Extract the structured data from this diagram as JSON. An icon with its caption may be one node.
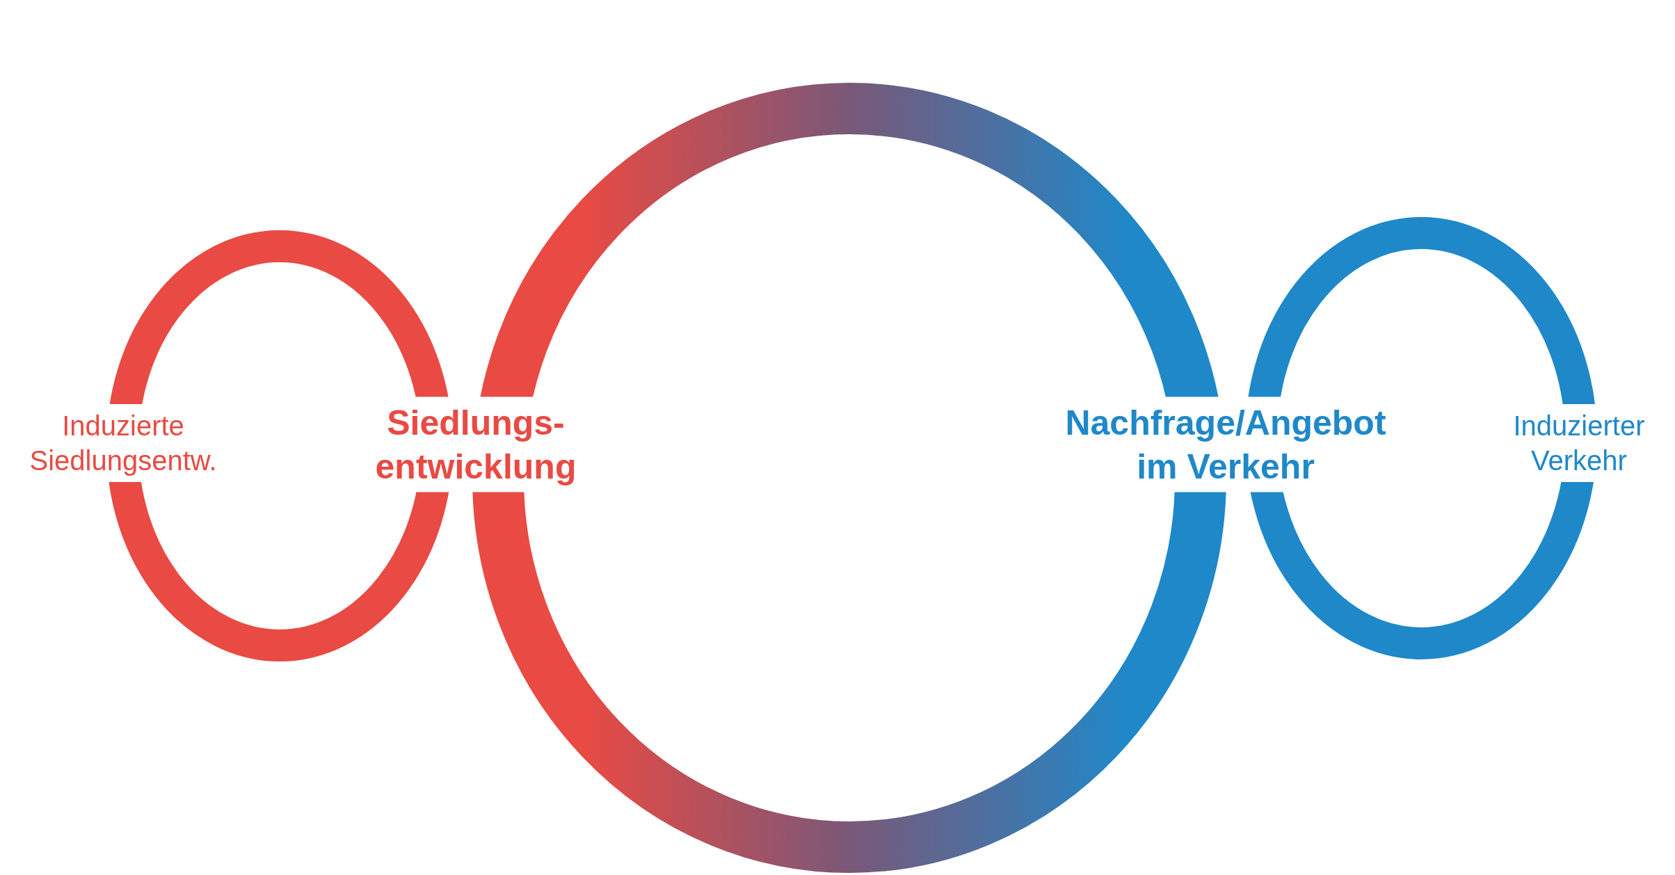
{
  "diagram": {
    "labels": [
      "Induzierte Siedlungsentw.",
      "Siedlungs- entwicklung",
      "Nachfrage/Angebot im Verkehr",
      "Induzierter Verkehr"
    ]
  }
}
